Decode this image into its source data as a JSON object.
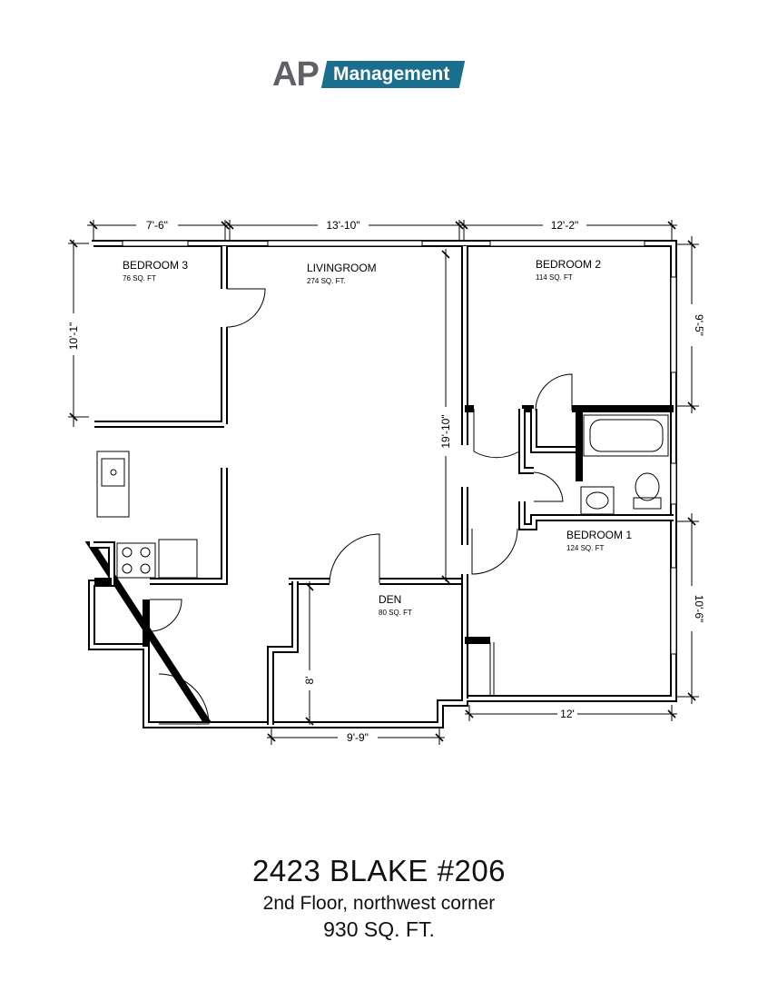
{
  "logo": {
    "ap": "AP",
    "management": "Management",
    "accent_color": "#1b6f8e",
    "ap_color": "#5f6166"
  },
  "rooms": {
    "bedroom3": {
      "name": "BEDROOM 3",
      "area": "76 SQ. FT"
    },
    "livingroom": {
      "name": "LIVINGROOM",
      "area": "274 SQ. FT."
    },
    "bedroom2": {
      "name": "BEDROOM 2",
      "area": "114 SQ. FT"
    },
    "bedroom1": {
      "name": "BEDROOM 1",
      "area": "124 SQ. FT"
    },
    "den": {
      "name": "DEN",
      "area": "80 SQ. FT"
    }
  },
  "dimensions": {
    "top_left": "7'-6\"",
    "top_middle": "13'-10\"",
    "top_right": "12'-2\"",
    "left": "10'-1\"",
    "right_upper": "9'-5\"",
    "right_lower": "10'-6\"",
    "center_vertical": "19'-10\"",
    "den_vertical": "8'",
    "bottom_den": "9'-9\"",
    "bottom_right": "12'"
  },
  "title": {
    "address": "2423 BLAKE #206",
    "floor": "2nd Floor, northwest corner",
    "area": "930 SQ. FT."
  }
}
